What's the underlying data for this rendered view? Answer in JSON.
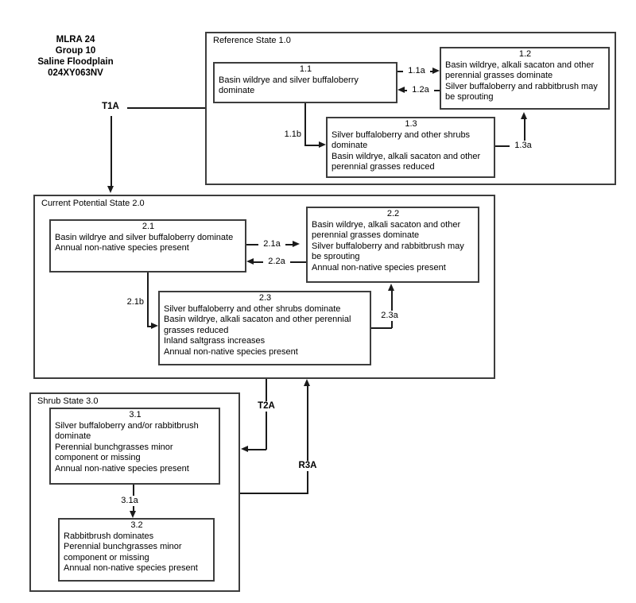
{
  "header": {
    "lines": [
      "MLRA 24",
      "Group 10",
      "Saline Floodplain",
      "024XY063NV"
    ]
  },
  "states": [
    {
      "label": "Reference State 1.0",
      "communities": [
        {
          "id": "1.1",
          "lines": [
            "Basin wildrye and silver buffaloberry dominate"
          ]
        },
        {
          "id": "1.2",
          "lines": [
            "Basin wildrye, alkali sacaton and other perennial grasses dominate",
            "Silver buffaloberry and rabbitbrush may be sprouting"
          ]
        },
        {
          "id": "1.3",
          "lines": [
            "Silver buffaloberry and other shrubs dominate",
            "Basin wildrye, alkali sacaton and other perennial grasses reduced"
          ]
        }
      ]
    },
    {
      "label": "Current Potential State 2.0",
      "communities": [
        {
          "id": "2.1",
          "lines": [
            "Basin wildrye and silver buffaloberry dominate",
            "Annual non-native species present"
          ]
        },
        {
          "id": "2.2",
          "lines": [
            "Basin wildrye, alkali sacaton and other perennial grasses dominate",
            "Silver buffaloberry and rabbitbrush may be sprouting",
            "Annual non-native species present"
          ]
        },
        {
          "id": "2.3",
          "lines": [
            "Silver buffaloberry and other shrubs dominate",
            "Basin wildrye, alkali sacaton and other perennial grasses reduced",
            "Inland saltgrass increases",
            "Annual non-native species present"
          ]
        }
      ]
    },
    {
      "label": "Shrub State 3.0",
      "communities": [
        {
          "id": "3.1",
          "lines": [
            "Silver buffaloberry and/or rabbitbrush dominate",
            "Perennial bunchgrasses minor component or missing",
            "Annual non-native species present"
          ]
        },
        {
          "id": "3.2",
          "lines": [
            "Rabbitbrush dominates",
            "Perennial bunchgrasses minor component or missing",
            "Annual non-native species present"
          ]
        }
      ]
    }
  ],
  "pathways": {
    "p11a": "1.1a",
    "p12a": "1.2a",
    "p11b": "1.1b",
    "p13a": "1.3a",
    "p21a": "2.1a",
    "p22a": "2.2a",
    "p21b": "2.1b",
    "p23a": "2.3a",
    "p31a": "3.1a"
  },
  "transitions": {
    "t1a": "T1A",
    "t2a": "T2A",
    "r3a": "R3A"
  },
  "colors": {
    "line": "#1a1a1a",
    "box_border": "#3d3d3d",
    "text": "#000000",
    "background": "#ffffff"
  }
}
